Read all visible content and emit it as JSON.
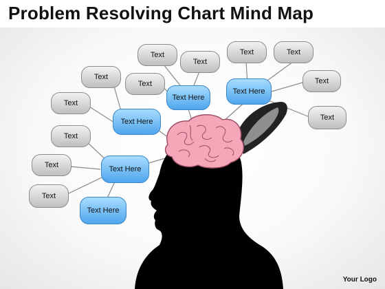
{
  "title": "Problem Resolving Chart Mind Map",
  "hub_label": "Text Here",
  "leaf_label": "Text",
  "logo": "Your Logo",
  "colors": {
    "hub_fill": "#5fb3f2",
    "leaf_fill": "#d0d0d0",
    "brain": "#f4a7b9",
    "silhouette": "#000000"
  }
}
